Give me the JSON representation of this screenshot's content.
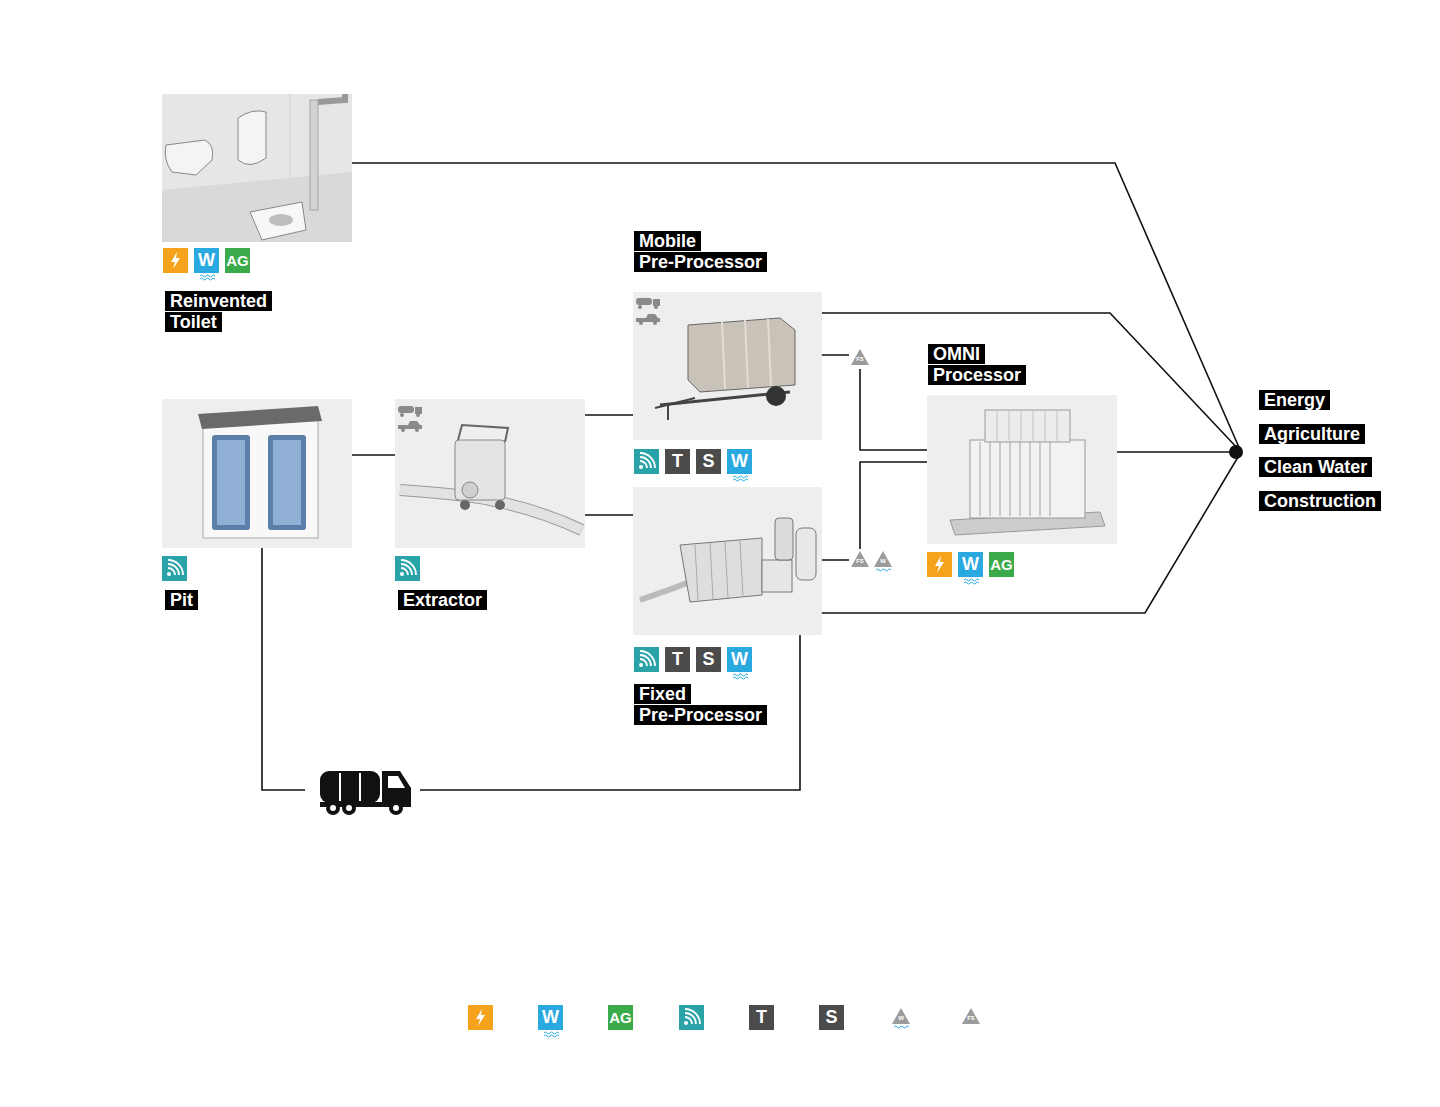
{
  "diagram": {
    "nodes": [
      {
        "text": [
          "Reinvented Toilet"
        ]
      },
      {
        "text": [
          "Pit"
        ]
      },
      {
        "text": [
          "Extractor"
        ]
      },
      {
        "text": [
          "Mobile Pre-Processor"
        ]
      },
      {
        "text": [
          "Fixed Pre-Processor"
        ]
      },
      {
        "text": [
          "OMNI Processor"
        ]
      },
      {
        "text": [
          "Energy",
          "Agriculture",
          "Clean Water",
          "Construction"
        ]
      }
    ],
    "edges": [
      {
        "from": 0,
        "to": 6,
        "arrow": "none"
      },
      {
        "from": 1,
        "to": 2,
        "arrow": "none"
      },
      {
        "from": 1,
        "to": 4,
        "arrow": "none"
      },
      {
        "from": 2,
        "to": 3,
        "arrow": "none"
      },
      {
        "from": 2,
        "to": 4,
        "arrow": "none"
      },
      {
        "from": 3,
        "to": 5,
        "arrow": "none"
      },
      {
        "from": 3,
        "to": 6,
        "arrow": "none"
      },
      {
        "from": 4,
        "to": 5,
        "arrow": "none"
      },
      {
        "from": 4,
        "to": 6,
        "arrow": "none"
      },
      {
        "from": 5,
        "to": 6,
        "arrow": "none"
      }
    ],
    "labels": [
      "W",
      "AG",
      "T",
      "S",
      "W",
      "FS",
      "W",
      "AG",
      "FS",
      "W",
      "T",
      "S",
      "W",
      "W",
      "AG",
      "T",
      "S",
      "W",
      "FS"
    ]
  }
}
